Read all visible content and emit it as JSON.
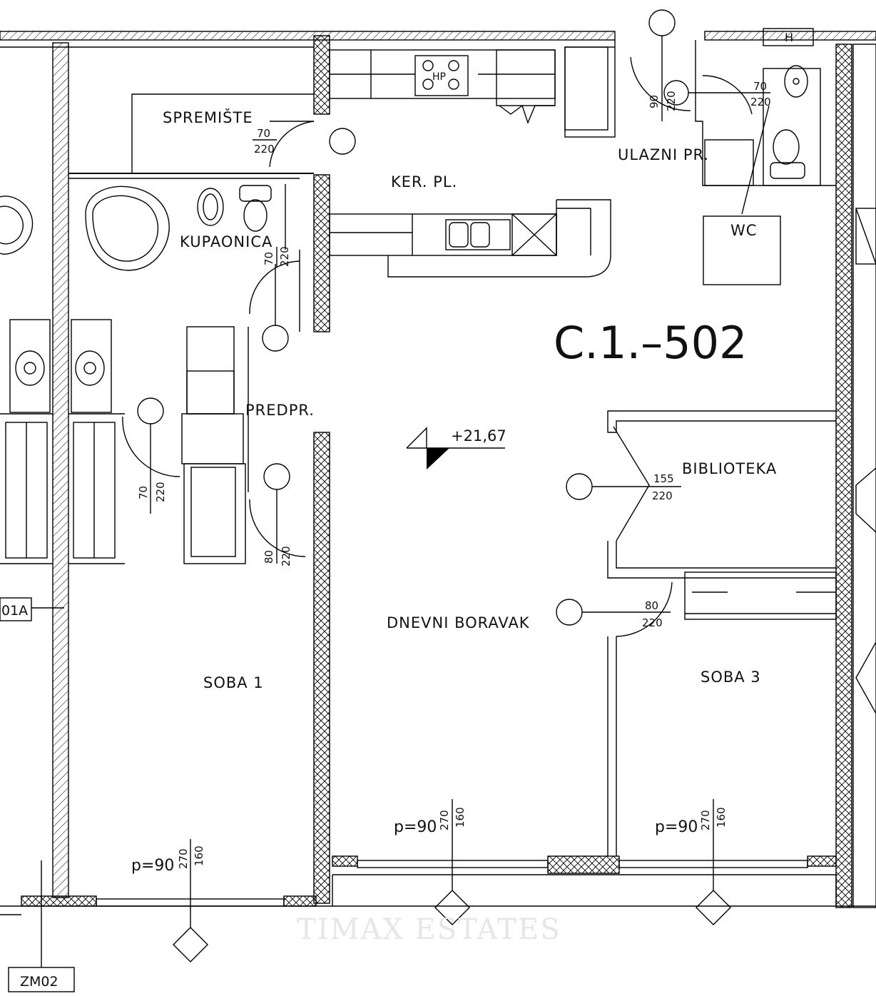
{
  "unit_code": "C.1.–502",
  "level_mark": "+21,67",
  "rooms": {
    "storage": "SPREMIŠTE",
    "bathroom": "KUPAONICA",
    "kitchen": "KER. PL.",
    "entrance": "ULAZNI PR.",
    "wc": "WC",
    "hallway": "PREDPR.",
    "library": "BIBLIOTEKA",
    "living": "DNEVNI BORAVAK",
    "room1": "SOBA 1",
    "room3": "SOBA 3"
  },
  "fixtures": {
    "hob": "HP",
    "heater": "H"
  },
  "doors": {
    "storage": {
      "w": "70",
      "h": "220"
    },
    "bathroom": {
      "w": "70",
      "h": "220"
    },
    "entrance": {
      "w": "90",
      "h": "220"
    },
    "wc": {
      "w": "70",
      "h": "220"
    },
    "left": {
      "w": "70",
      "h": "220"
    },
    "room1": {
      "w": "80",
      "h": "220"
    },
    "library": {
      "w": "155",
      "h": "220"
    },
    "room3": {
      "w": "80",
      "h": "220"
    }
  },
  "windows": [
    {
      "sill": "p=90",
      "h1": "270",
      "h2": "160"
    },
    {
      "sill": "p=90",
      "h1": "270",
      "h2": "160"
    },
    {
      "sill": "p=90",
      "h1": "270",
      "h2": "160"
    }
  ],
  "tags": {
    "left_tag": "01A",
    "bottom_tag": "ZM02"
  },
  "watermark": {
    "line1": "TIMAX ESTATES"
  },
  "colors": {
    "line": "#000000",
    "background": "#ffffff",
    "watermark": "#e6e6e6"
  }
}
